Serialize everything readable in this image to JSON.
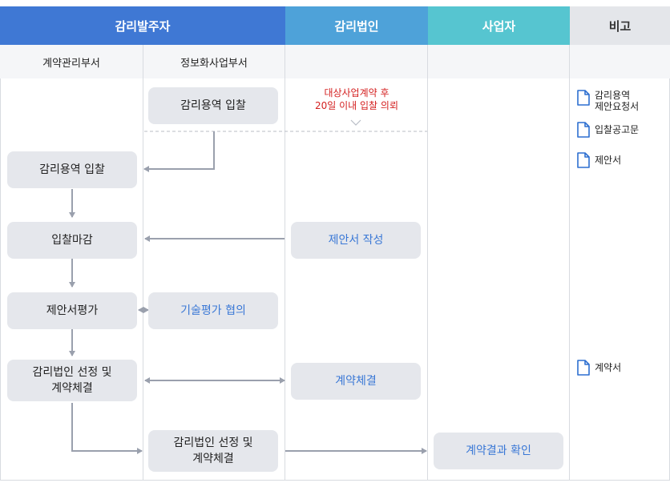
{
  "header": {
    "col1": "감리발주자",
    "col2": "감리법인",
    "col3": "사업자",
    "col4": "비고",
    "colors": {
      "col1": "#3f78d4",
      "col2": "#4ea2d9",
      "col3": "#56c5d0",
      "col4": "#e4e6ea"
    }
  },
  "subheader": {
    "dept1": "계약관리부서",
    "dept2": "정보화사업부서"
  },
  "steps": {
    "it_bid": "감리용역 입찰",
    "contract_bid": "감리용역 입찰",
    "bid_close": "입찰마감",
    "proposal_write": "제안서 작성",
    "proposal_eval": "제안서평가",
    "tech_eval": "기술평가 협의",
    "select_contract": "감리법인 선정 및\n계약체결",
    "firm_contract": "계약체결",
    "it_select_contract": "감리법인 선정 및\n계약체결",
    "business_confirm": "계약결과 확인"
  },
  "note": "대상사업계약 후\n20일 이내 입찰 의뢰",
  "documents": [
    {
      "label": "감리용역\n제안요청서",
      "icon": "document-icon"
    },
    {
      "label": "입찰공고문",
      "icon": "document-icon"
    },
    {
      "label": "제안서",
      "icon": "document-icon"
    },
    {
      "label": "계약서",
      "icon": "document-icon"
    }
  ]
}
